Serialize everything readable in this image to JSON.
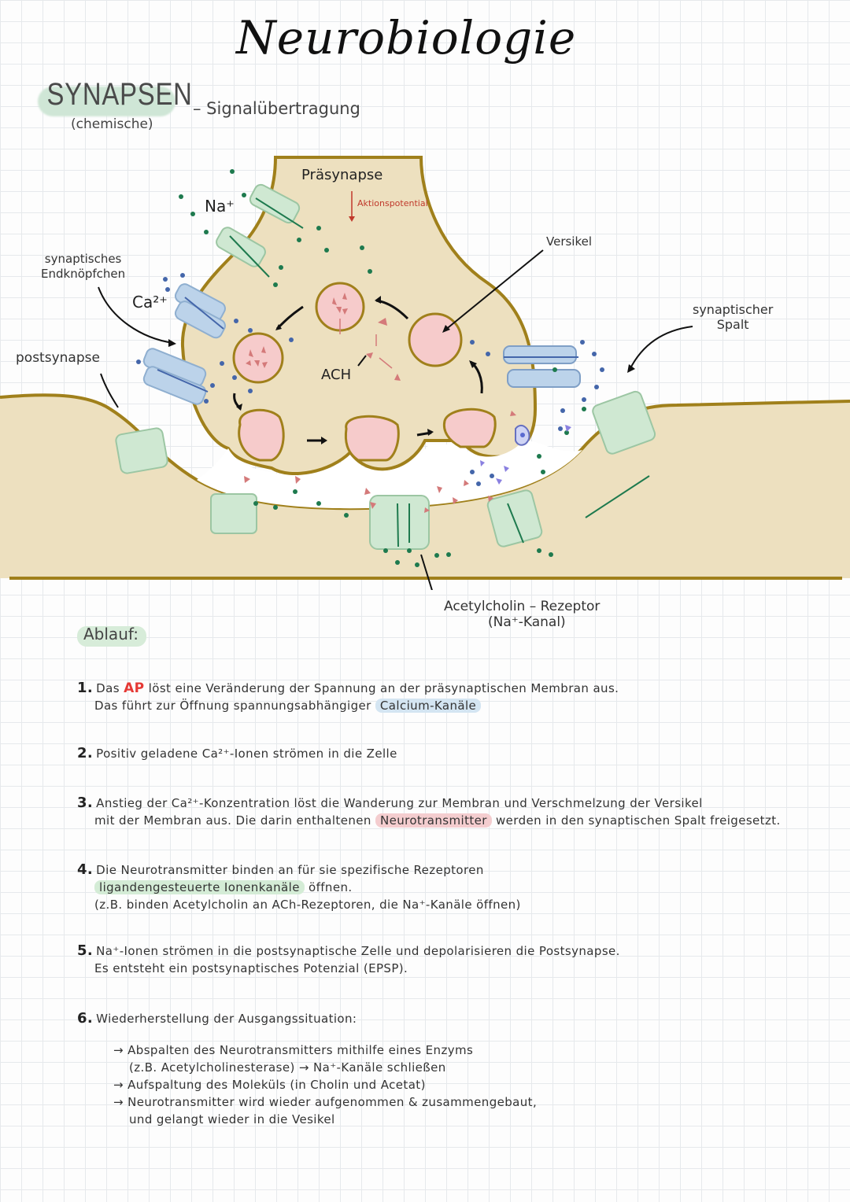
{
  "title": "Neurobiologie",
  "heading": {
    "main": "SYNAPSEN",
    "sub": "(chemische)",
    "side": "– Signalübertragung"
  },
  "diagram_labels": {
    "praesynapse": "Präsynapse",
    "aktionspotential": "Aktionspotential",
    "na": "Na⁺",
    "ca": "Ca²⁺",
    "versikel": "Versikel",
    "endknoepfchen": "synaptisches\nEndknöpfchen",
    "spalt": "synaptischer\nSpalt",
    "postsynapse": "postsynapse",
    "ach": "ACH",
    "rezeptor_line1": "Acetylcholin – Rezeptor",
    "rezeptor_line2": "(Na⁺-Kanal)"
  },
  "colors": {
    "cell_fill": "#ede0bf",
    "membrane": "#a0801b",
    "vesicle": "#f6cbcb",
    "neurotransmitter": "#d47a7a",
    "na_channel": "#cfe8d2",
    "ca_channel": "#bcd3ea",
    "na_dot": "#1e7a4e",
    "ca_dot": "#4466aa"
  },
  "ablauf": {
    "title": "Ablauf:",
    "steps": [
      {
        "n": "1.",
        "l1a": "Das ",
        "l1ap": "AP",
        "l1b": " löst eine Veränderung der Spannung an der präsynaptischen Membran aus.",
        "l2a": "Das führt zur Öffnung spannungsabhängiger ",
        "l2hl": "Calcium-Kanäle"
      },
      {
        "n": "2.",
        "l1": "Positiv geladene Ca²⁺-Ionen strömen in die Zelle"
      },
      {
        "n": "3.",
        "l1": "Anstieg der Ca²⁺-Konzentration löst die Wanderung zur Membran und Verschmelzung der Versikel",
        "l2a": "mit der Membran aus. Die darin enthaltenen ",
        "l2hl": "Neurotransmitter",
        "l2b": " werden in den synaptischen Spalt freigesetzt."
      },
      {
        "n": "4.",
        "l1": "Die Neurotransmitter binden an für sie spezifische Rezeptoren",
        "l2hl": "ligandengesteuerte Ionenkanäle",
        "l2b": " öffnen.",
        "l3": "(z.B. binden Acetylcholin an ACh-Rezeptoren, die Na⁺-Kanäle öffnen)"
      },
      {
        "n": "5.",
        "l1": "Na⁺-Ionen strömen in die postsynaptische Zelle und depolarisieren die Postsynapse.",
        "l2": "Es entsteht ein postsynaptisches Potenzial (EPSP)."
      },
      {
        "n": "6.",
        "l1": "Wiederherstellung der Ausgangssituation:",
        "subs": [
          "→ Abspalten des Neurotransmitters mithilfe eines Enzyms",
          "(z.B. Acetylcholinesterase) → Na⁺-Kanäle schließen",
          "→ Aufspaltung des Moleküls (in Cholin und Acetat)",
          "→ Neurotransmitter wird wieder aufgenommen & zusammengebaut,",
          "und gelangt wieder in die Vesikel"
        ]
      }
    ]
  }
}
